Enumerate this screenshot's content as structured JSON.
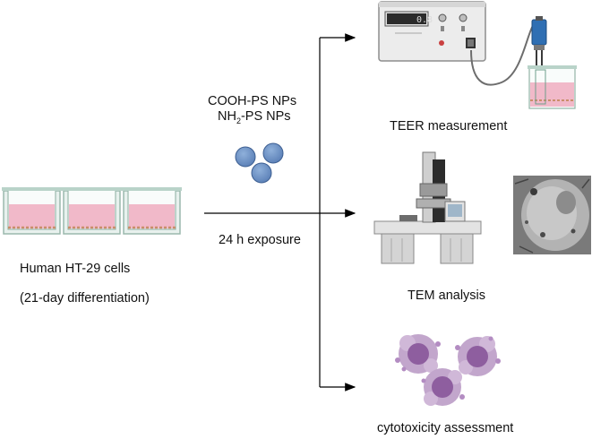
{
  "input": {
    "cells_label": "Human HT-29 cells",
    "differentiation_label": "(21-day differentiation)"
  },
  "treatment": {
    "np1": "COOH-PS NPs",
    "np2_prefix": "NH",
    "np2_sub": "2",
    "np2_suffix": "-PS NPs",
    "exposure": "24 h exposure"
  },
  "outputs": {
    "teer": "TEER measurement",
    "tem": "TEM analysis",
    "cytotoxicity": "cytotoxicity assessment"
  },
  "device_display": "0.8",
  "colors": {
    "medium": "#f1b9c9",
    "well": "#cfe5dd",
    "nanoparticle": "#6f93c7",
    "probe": "#2f6fb3",
    "cell": "#a77bb5",
    "arrow": "#000000"
  }
}
